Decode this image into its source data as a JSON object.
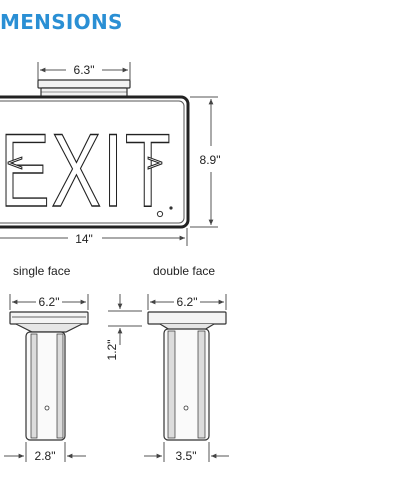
{
  "heading": "MENSIONS",
  "colors": {
    "heading": "#2a8fd4",
    "line": "#333333",
    "dim_line": "#555555"
  },
  "front_view": {
    "sign_text": "EXIT",
    "chevron_left": "<",
    "chevron_right": ">",
    "canopy_width": "6.3\"",
    "height": "8.9\"",
    "width": "14\""
  },
  "side_views": {
    "canopy_height": "1.2\"",
    "single": {
      "label": "single face",
      "top_width": "6.2\"",
      "bottom_width": "2.8\""
    },
    "double": {
      "label": "double face",
      "top_width": "6.2\"",
      "bottom_width": "3.5\""
    }
  }
}
